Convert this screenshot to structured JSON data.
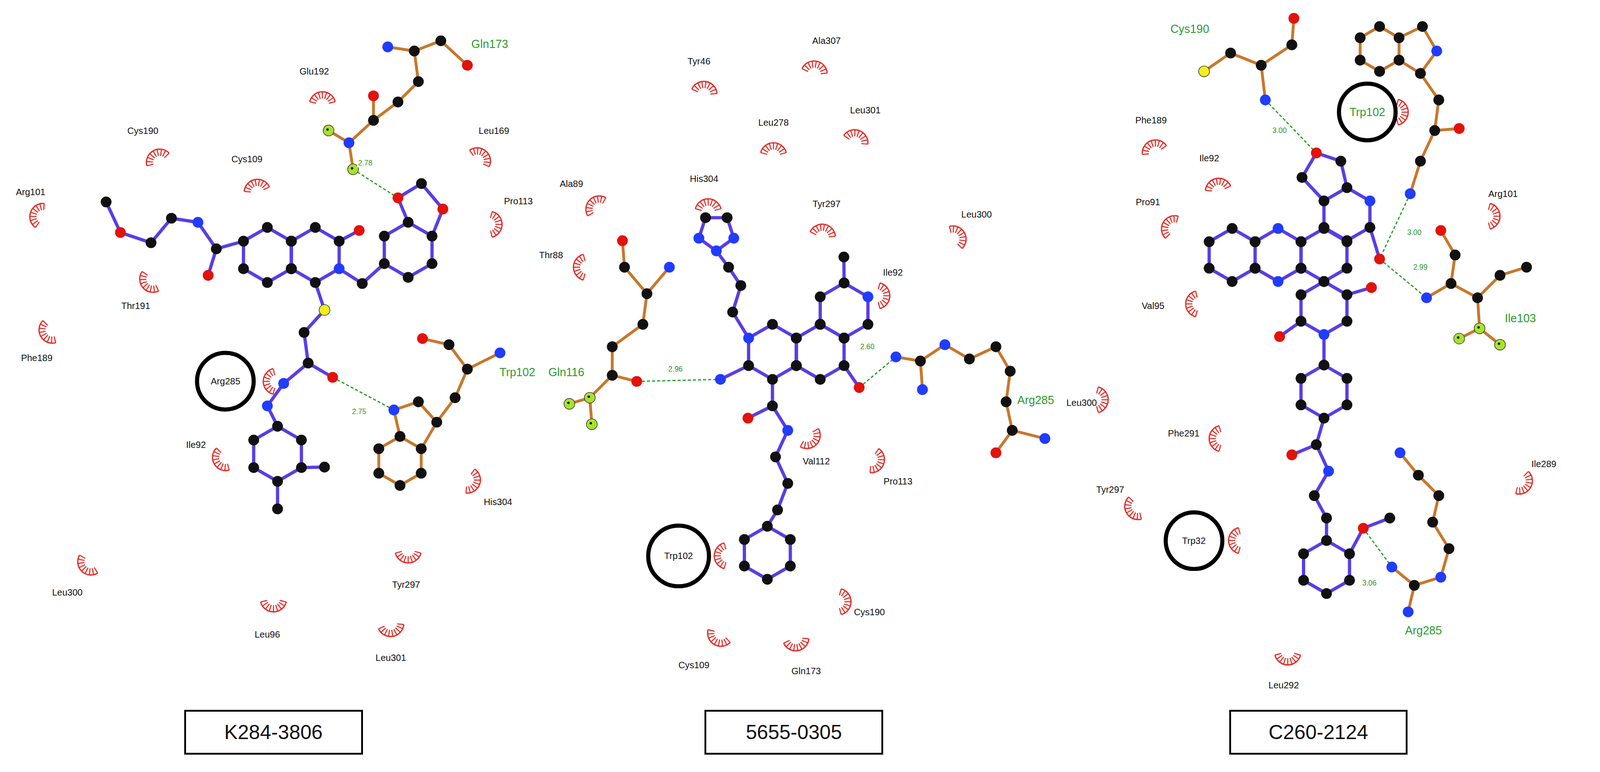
{
  "diagram": {
    "nodes": [
      {
        "text": [
          "Arg285"
        ]
      },
      {
        "text": [
          "K284-3806"
        ]
      },
      {
        "text": [
          "Trp102"
        ]
      },
      {
        "text": [
          "5655-0305"
        ]
      },
      {
        "text": [
          "Trp102"
        ]
      },
      {
        "text": [
          "Trp32"
        ]
      },
      {
        "text": [
          "C260-2124"
        ]
      }
    ],
    "labels": [
      "Gln173",
      "Glu192",
      "Cys190",
      "Cys109",
      "Leu169",
      "2.78",
      "Arg101",
      "Pro113",
      "Thr191",
      "Phe189",
      "Trp102",
      "2.75",
      "Ile92",
      "His304",
      "Leu300",
      "Tyr297",
      "Leu96",
      "Leu301",
      "Ala307",
      "Tyr46",
      "Leu278",
      "Leu301",
      "His304",
      "Ala89",
      "Tyr297",
      "Leu300",
      "Thr88",
      "Ile92",
      "Gln116",
      "2.96",
      "2.60",
      "Arg285",
      "Leu300",
      "Val112",
      "Pro113",
      "Cys190",
      "Cys109",
      "Gln173",
      "Cys190",
      "Phe189",
      "Ile92",
      "Pro91",
      "3.00",
      "3.00",
      "Arg101",
      "2.99",
      "Ile103",
      "Val95",
      "Phe291",
      "Ile289",
      "Tyr297",
      "3.06",
      "Arg285",
      "Leu292"
    ]
  }
}
